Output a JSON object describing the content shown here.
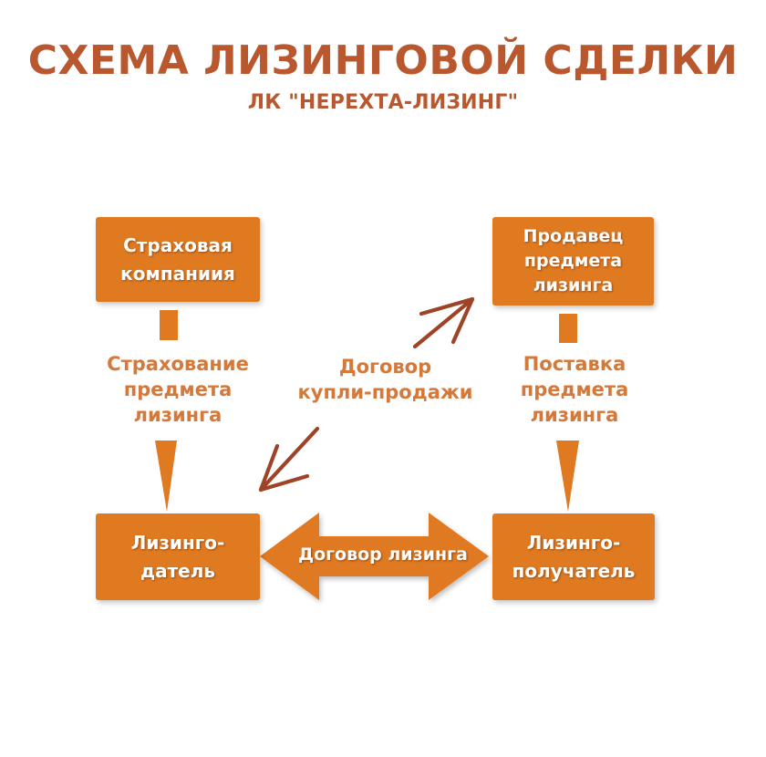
{
  "header": {
    "title": "СХЕМА ЛИЗИНГОВОЙ СДЕЛКИ",
    "subtitle": "ЛК \"НЕРЕХТА-ЛИЗИНГ\""
  },
  "colors": {
    "box_fill": "#e07a21",
    "title_text": "#b9572e",
    "label_text": "#d4793a",
    "box_text": "#ffffff",
    "sketch_arrow": "#9e4328",
    "background": "#ffffff"
  },
  "nodes": [
    {
      "id": "insurance-company",
      "label": "Страховая\nкомпаниия"
    },
    {
      "id": "seller",
      "label": "Продавец\nпредмета\nлизинга"
    },
    {
      "id": "lessor",
      "label": "Лизинго-\nдатель"
    },
    {
      "id": "lessee",
      "label": "Лизинго-\nполучатель"
    }
  ],
  "connections": [
    {
      "id": "insurance-flow",
      "label": "Страхование\nпредмета\nлизинга",
      "from": "insurance-company",
      "to": "lessor",
      "style": "solid-tapered-arrow",
      "direction": "down"
    },
    {
      "id": "purchase-flow",
      "label": "Договор\nкупли-продажи",
      "from": "lessor",
      "to": "seller",
      "style": "hand-drawn-double-arrow",
      "direction": "bidirectional-diagonal"
    },
    {
      "id": "delivery-flow",
      "label": "Поставка\nпредмета\nлизинга",
      "from": "seller",
      "to": "lessee",
      "style": "solid-tapered-arrow",
      "direction": "down"
    },
    {
      "id": "lease-flow",
      "label": "Договор лизинга",
      "from": "lessor",
      "to": "lessee",
      "style": "solid-block-double-arrow",
      "direction": "bidirectional-horizontal"
    }
  ]
}
